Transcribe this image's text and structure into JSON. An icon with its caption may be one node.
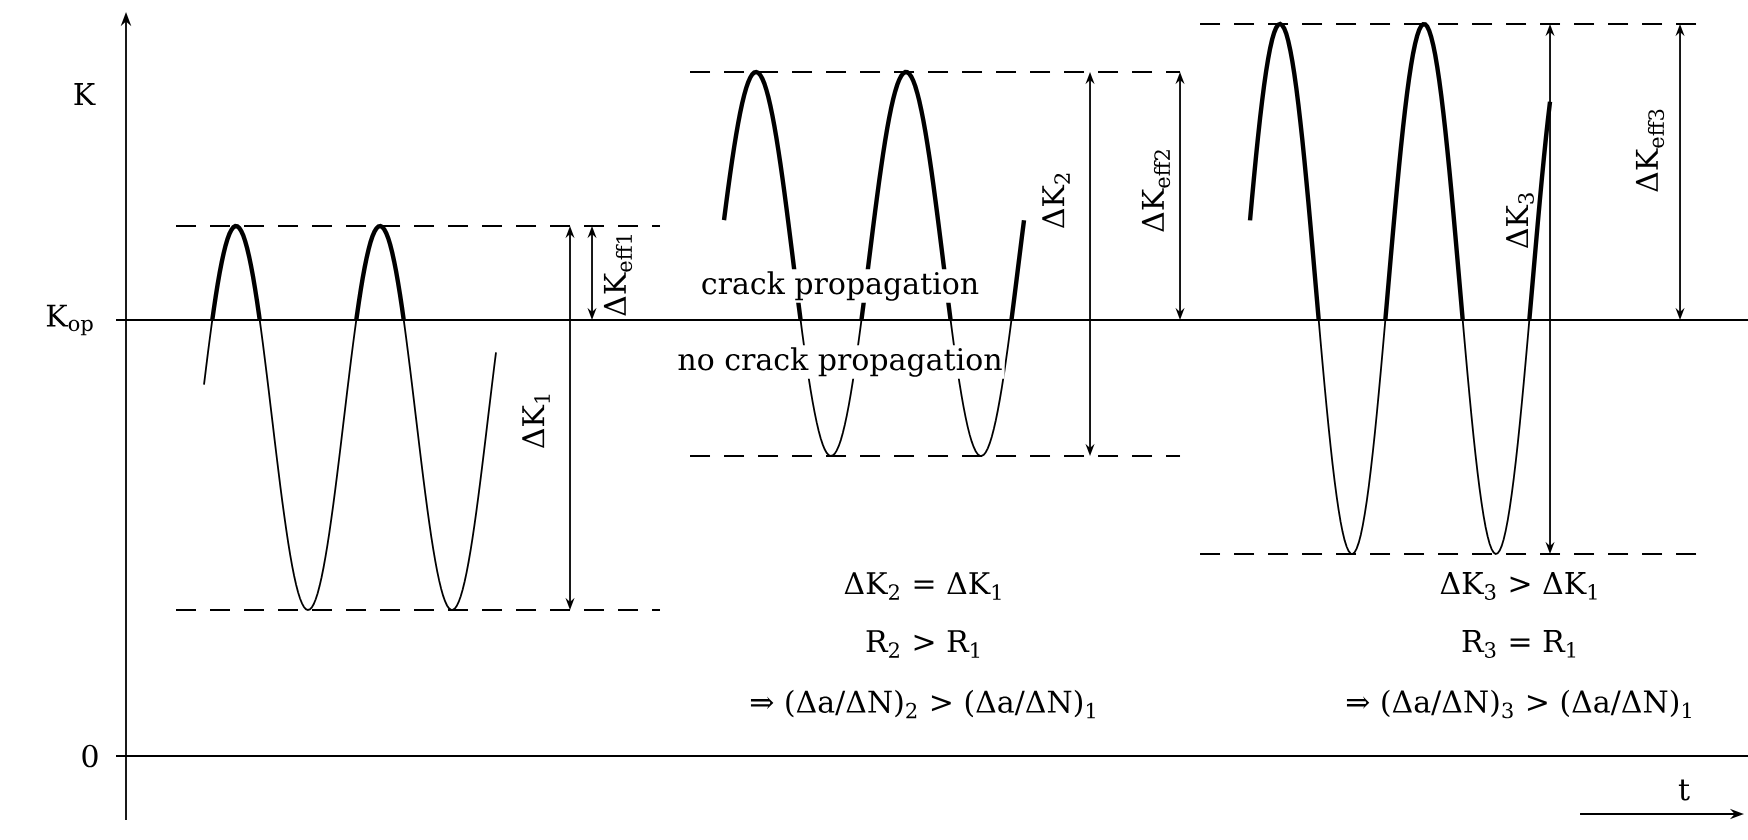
{
  "diagram": {
    "labels": [
      "K",
      "K$_{op}$",
      "0",
      "t",
      "ΔK$_{1}$",
      "ΔK$_{eff1}$",
      "crack propagation",
      "no crack propagation",
      "ΔK$_{2}$",
      "ΔK$_{eff2}$",
      "ΔK$_{3}$",
      "ΔK$_{eff3}$",
      "ΔK$_{2}$ = ΔK$_{1}$",
      "R$_{2}$ > R$_{1}$",
      "⇒ (Δa/ΔN)$_{2}$ > (Δa/ΔN)$_{1}$",
      "ΔK$_{3}$ > ΔK$_{1}$",
      "R$_{3}$ = R$_{1}$",
      "⇒ (Δa/ΔN)$_{3}$ > (Δa/ΔN)$_{1}$"
    ]
  }
}
